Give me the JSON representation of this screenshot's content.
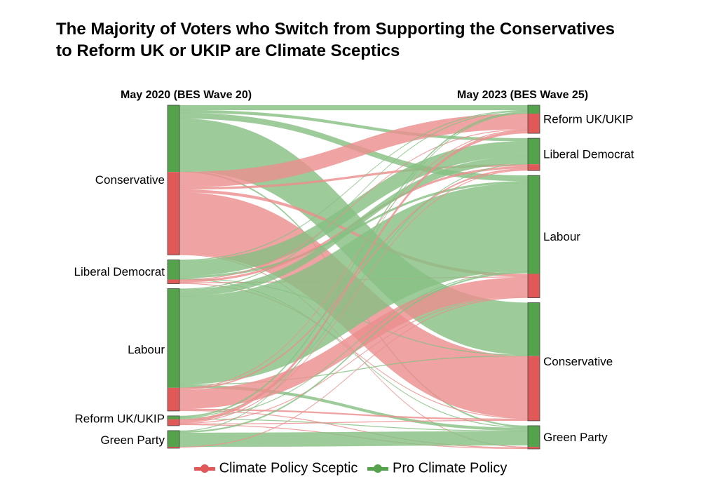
{
  "title_lines": [
    "The Majority of Voters who Switch from Supporting the Conservatives",
    "to Reform UK or UKIP are Climate Sceptics"
  ],
  "chart_data": {
    "type": "sankey",
    "source_label": "May 2020 (BES Wave 20)",
    "target_label": "May 2023 (BES Wave 25)",
    "attitudes": [
      {
        "key": "sceptic",
        "name": "Climate Policy Sceptic",
        "color": "#e05858",
        "link_color": "#ec8f8f"
      },
      {
        "key": "pro",
        "name": "Pro Climate Policy",
        "color": "#55a24d",
        "link_color": "#88c084"
      }
    ],
    "sources": [
      {
        "name": "Conservative",
        "pro": 95,
        "sceptic": 118
      },
      {
        "name": "Liberal Democrat",
        "pro": 28,
        "sceptic": 6
      },
      {
        "name": "Labour",
        "pro": 141,
        "sceptic": 33
      },
      {
        "name": "Reform UK/UKIP",
        "pro": 5,
        "sceptic": 9
      },
      {
        "name": "Green Party",
        "pro": 23,
        "sceptic": 2
      }
    ],
    "targets": [
      {
        "name": "Reform UK/UKIP",
        "pro": 12,
        "sceptic": 28
      },
      {
        "name": "Liberal Democrat",
        "pro": 37,
        "sceptic": 9
      },
      {
        "name": "Labour",
        "pro": 140,
        "sceptic": 34
      },
      {
        "name": "Conservative",
        "pro": 76,
        "sceptic": 92
      },
      {
        "name": "Green Party",
        "pro": 30,
        "sceptic": 3
      }
    ],
    "flows": [
      {
        "source": "Conservative",
        "target": "Reform UK/UKIP",
        "attitude": "pro",
        "value": 7
      },
      {
        "source": "Conservative",
        "target": "Liberal Democrat",
        "attitude": "pro",
        "value": 4
      },
      {
        "source": "Conservative",
        "target": "Labour",
        "attitude": "pro",
        "value": 8
      },
      {
        "source": "Conservative",
        "target": "Conservative",
        "attitude": "pro",
        "value": 74
      },
      {
        "source": "Conservative",
        "target": "Green Party",
        "attitude": "pro",
        "value": 2
      },
      {
        "source": "Conservative",
        "target": "Reform UK/UKIP",
        "attitude": "sceptic",
        "value": 22
      },
      {
        "source": "Conservative",
        "target": "Liberal Democrat",
        "attitude": "sceptic",
        "value": 3
      },
      {
        "source": "Conservative",
        "target": "Labour",
        "attitude": "sceptic",
        "value": 4
      },
      {
        "source": "Conservative",
        "target": "Conservative",
        "attitude": "sceptic",
        "value": 88
      },
      {
        "source": "Conservative",
        "target": "Green Party",
        "attitude": "sceptic",
        "value": 1
      },
      {
        "source": "Liberal Democrat",
        "target": "Reform UK/UKIP",
        "attitude": "pro",
        "value": 1
      },
      {
        "source": "Liberal Democrat",
        "target": "Liberal Democrat",
        "attitude": "pro",
        "value": 22
      },
      {
        "source": "Liberal Democrat",
        "target": "Labour",
        "attitude": "pro",
        "value": 3
      },
      {
        "source": "Liberal Democrat",
        "target": "Conservative",
        "attitude": "pro",
        "value": 1
      },
      {
        "source": "Liberal Democrat",
        "target": "Green Party",
        "attitude": "pro",
        "value": 1
      },
      {
        "source": "Liberal Democrat",
        "target": "Reform UK/UKIP",
        "attitude": "sceptic",
        "value": 1
      },
      {
        "source": "Liberal Democrat",
        "target": "Liberal Democrat",
        "attitude": "sceptic",
        "value": 3
      },
      {
        "source": "Liberal Democrat",
        "target": "Labour",
        "attitude": "sceptic",
        "value": 1
      },
      {
        "source": "Liberal Democrat",
        "target": "Conservative",
        "attitude": "sceptic",
        "value": 1
      },
      {
        "source": "Labour",
        "target": "Reform UK/UKIP",
        "attitude": "pro",
        "value": 1
      },
      {
        "source": "Labour",
        "target": "Liberal Democrat",
        "attitude": "pro",
        "value": 10
      },
      {
        "source": "Labour",
        "target": "Labour",
        "attitude": "pro",
        "value": 125
      },
      {
        "source": "Labour",
        "target": "Conservative",
        "attitude": "pro",
        "value": 1
      },
      {
        "source": "Labour",
        "target": "Green Party",
        "attitude": "pro",
        "value": 4
      },
      {
        "source": "Labour",
        "target": "Reform UK/UKIP",
        "attitude": "sceptic",
        "value": 1
      },
      {
        "source": "Labour",
        "target": "Liberal Democrat",
        "attitude": "sceptic",
        "value": 2
      },
      {
        "source": "Labour",
        "target": "Labour",
        "attitude": "sceptic",
        "value": 27
      },
      {
        "source": "Labour",
        "target": "Conservative",
        "attitude": "sceptic",
        "value": 2
      },
      {
        "source": "Labour",
        "target": "Green Party",
        "attitude": "sceptic",
        "value": 1
      },
      {
        "source": "Reform UK/UKIP",
        "target": "Reform UK/UKIP",
        "attitude": "pro",
        "value": 2
      },
      {
        "source": "Reform UK/UKIP",
        "target": "Liberal Democrat",
        "attitude": "pro",
        "value": 1
      },
      {
        "source": "Reform UK/UKIP",
        "target": "Labour",
        "attitude": "pro",
        "value": 1
      },
      {
        "source": "Reform UK/UKIP",
        "target": "Green Party",
        "attitude": "pro",
        "value": 1
      },
      {
        "source": "Reform UK/UKIP",
        "target": "Reform UK/UKIP",
        "attitude": "sceptic",
        "value": 4
      },
      {
        "source": "Reform UK/UKIP",
        "target": "Liberal Democrat",
        "attitude": "sceptic",
        "value": 1
      },
      {
        "source": "Reform UK/UKIP",
        "target": "Labour",
        "attitude": "sceptic",
        "value": 1
      },
      {
        "source": "Reform UK/UKIP",
        "target": "Conservative",
        "attitude": "sceptic",
        "value": 1
      },
      {
        "source": "Reform UK/UKIP",
        "target": "Green Party",
        "attitude": "sceptic",
        "value": 1
      },
      {
        "source": "Green Party",
        "target": "Reform UK/UKIP",
        "attitude": "pro",
        "value": 1
      },
      {
        "source": "Green Party",
        "target": "Labour",
        "attitude": "pro",
        "value": 2
      },
      {
        "source": "Green Party",
        "target": "Green Party",
        "attitude": "pro",
        "value": 20
      },
      {
        "source": "Green Party",
        "target": "Labour",
        "attitude": "sceptic",
        "value": 1
      }
    ],
    "legend": {
      "position": "bottom-center"
    }
  }
}
